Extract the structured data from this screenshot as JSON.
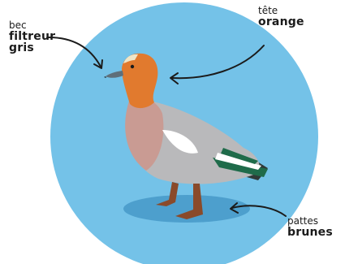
{
  "labels": {
    "beak": {
      "line1": "bec",
      "line2": "filtreur",
      "line3": "gris"
    },
    "head": {
      "line1": "tête",
      "line2": "orange"
    },
    "legs": {
      "line1": "pattes",
      "line2": "brunes"
    }
  },
  "colors": {
    "background_circle": "#74c2e8",
    "shadow": "#4d9fcd",
    "head": "#e17a2e",
    "breast": "#c99b93",
    "body": "#b9b9bb",
    "wing_white": "#ffffff",
    "speculum_green": "#1f6b4a",
    "beak": "#5f6f7a",
    "legs": "#8a4a2a",
    "text": "#1b1b1b"
  },
  "icons": [
    "eurasian-wigeon-duck",
    "curved-arrow"
  ]
}
